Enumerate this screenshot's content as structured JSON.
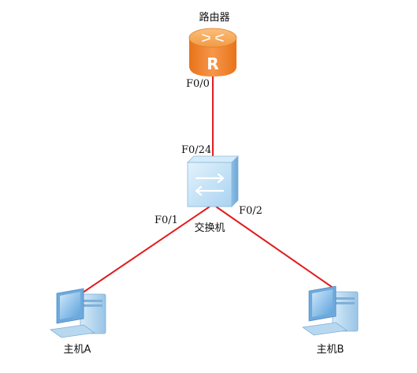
{
  "colors": {
    "link": "#e01e1e",
    "router_top": "#f7a14a",
    "router_body": "#ee7a1e",
    "switch_face": "#bfe0f6",
    "switch_side": "#8fbfe0",
    "host_screen": "#7fb9e6",
    "host_body": "#a8cde9"
  },
  "nodes": {
    "router": {
      "label": "路由器",
      "icon": "router-icon"
    },
    "switch": {
      "label": "交换机",
      "icon": "switch-icon"
    },
    "host_a": {
      "label": "主机A",
      "icon": "desktop-computer-icon"
    },
    "host_b": {
      "label": "主机B",
      "icon": "desktop-computer-icon"
    }
  },
  "ports": {
    "router_f00": "F0/0",
    "switch_f024": "F0/24",
    "switch_f01": "F0/1",
    "switch_f02": "F0/2"
  },
  "links": [
    {
      "from": "router",
      "to": "switch",
      "from_port": "F0/0",
      "to_port": "F0/24"
    },
    {
      "from": "switch",
      "to": "host_a",
      "from_port": "F0/1"
    },
    {
      "from": "switch",
      "to": "host_b",
      "from_port": "F0/2"
    }
  ]
}
